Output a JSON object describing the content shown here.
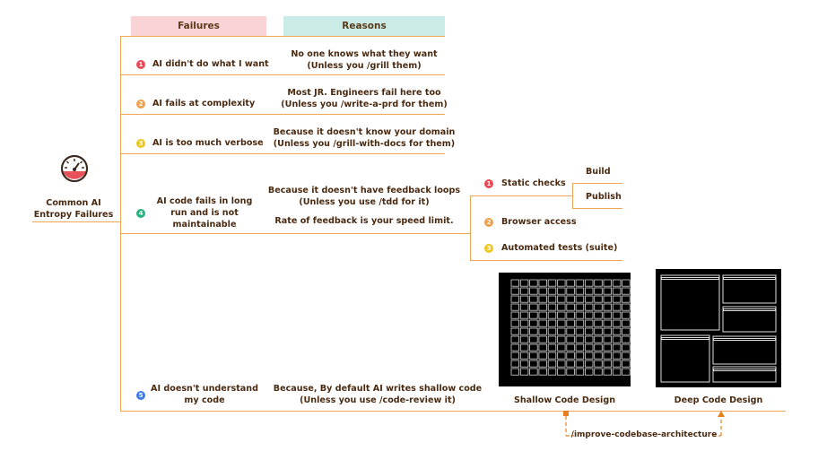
{
  "colors": {
    "line": "#f0a654",
    "header_failures_bg": "#f9d3d6",
    "header_reasons_bg": "#c9ece6",
    "badge_1": "#e84b55",
    "badge_2": "#f0a04b",
    "badge_3": "#efc51f",
    "badge_4": "#2bb07f",
    "badge_5": "#3f7be8",
    "arrow": "#e8801f"
  },
  "headers": {
    "failures": "Failures",
    "reasons": "Reasons"
  },
  "root": {
    "icon": "speedometer-icon",
    "label_line1": "Common AI",
    "label_line2": "Entropy Failures"
  },
  "rows": [
    {
      "num": "1",
      "failure": [
        "AI didn't do what I want"
      ],
      "reason": [
        "No one knows what they want",
        "(Unless you /grill them)"
      ]
    },
    {
      "num": "2",
      "failure": [
        "AI fails at complexity"
      ],
      "reason": [
        "Most JR. Engineers fail here too",
        "(Unless you /write-a-prd for them)"
      ]
    },
    {
      "num": "3",
      "failure": [
        "AI is too much verbose"
      ],
      "reason": [
        "Because it doesn't know your domain",
        "(Unless you /grill-with-docs for them)"
      ]
    },
    {
      "num": "4",
      "failure": [
        "AI code fails in long",
        "run and is not",
        "maintainable"
      ],
      "reason": [
        "Because it doesn't have feedback loops",
        "(Unless you use /tdd for it)"
      ],
      "reason_extra": "Rate of feedback is your speed limit."
    },
    {
      "num": "5",
      "failure": [
        "AI doesn't understand",
        "my code"
      ],
      "reason": [
        "Because, By default AI writes shallow code",
        "(Unless you use /code-review it)"
      ]
    }
  ],
  "feedback": [
    {
      "num": "1",
      "label": "Static checks",
      "children": [
        "Build",
        "Publish"
      ]
    },
    {
      "num": "2",
      "label": "Browser access"
    },
    {
      "num": "3",
      "label": "Automated tests (suite)"
    }
  ],
  "designs": {
    "shallow_label": "Shallow Code Design",
    "deep_label": "Deep Code Design",
    "transform_label": "/improve-codebase-architecture"
  }
}
